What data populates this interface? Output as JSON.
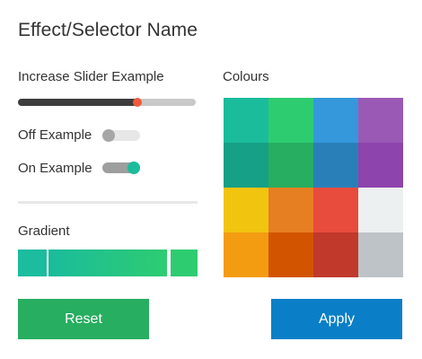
{
  "panel": {
    "title": "Effect/Selector Name"
  },
  "slider": {
    "label": "Increase Slider Example",
    "value_fraction": 0.67,
    "accent_color": "#ef5a3c"
  },
  "toggles": {
    "off_label": "Off Example",
    "off_state": false,
    "on_label": "On Example",
    "on_state": true,
    "on_color": "#1abc9c"
  },
  "gradient": {
    "label": "Gradient",
    "colors": [
      "#1abc9c",
      "#2ecc71"
    ]
  },
  "colours": {
    "label": "Colours",
    "swatches": [
      "#1abc9c",
      "#2ecc71",
      "#3498db",
      "#9b59b6",
      "#16a085",
      "#27ae60",
      "#2980b9",
      "#8e44ad",
      "#f1c40f",
      "#e67e22",
      "#e74c3c",
      "#ecf0f1",
      "#f39c12",
      "#d35400",
      "#c0392b",
      "#bdc3c7"
    ]
  },
  "buttons": {
    "reset_label": "Reset",
    "apply_label": "Apply"
  }
}
